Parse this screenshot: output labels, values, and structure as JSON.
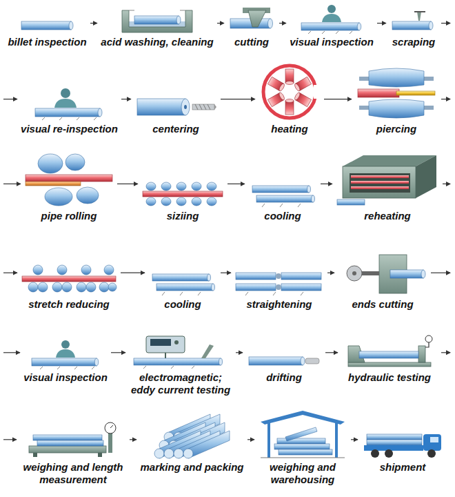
{
  "diagram": {
    "nodes": [
      {
        "text": [
          "billet inspection"
        ]
      },
      {
        "text": [
          "acid washing, cleaning"
        ]
      },
      {
        "text": [
          "cutting"
        ]
      },
      {
        "text": [
          "visual inspection"
        ]
      },
      {
        "text": [
          "scraping"
        ]
      },
      {
        "text": [
          "visual re-inspection"
        ]
      },
      {
        "text": [
          "centering"
        ]
      },
      {
        "text": [
          "heating"
        ]
      },
      {
        "text": [
          "piercing"
        ]
      },
      {
        "text": [
          "pipe rolling"
        ]
      },
      {
        "text": [
          "siziing"
        ]
      },
      {
        "text": [
          "cooling"
        ]
      },
      {
        "text": [
          "reheating"
        ]
      },
      {
        "text": [
          "stretch reducing"
        ]
      },
      {
        "text": [
          "cooling"
        ]
      },
      {
        "text": [
          "straightening"
        ]
      },
      {
        "text": [
          "ends cutting"
        ]
      },
      {
        "text": [
          "visual inspection"
        ]
      },
      {
        "text": [
          "electromagnetic; eddy current testing"
        ]
      },
      {
        "text": [
          "drifting"
        ]
      },
      {
        "text": [
          "hydraulic testing"
        ]
      },
      {
        "text": [
          "weighing and length measurement"
        ]
      },
      {
        "text": [
          "marking and packing"
        ]
      },
      {
        "text": [
          "weighing and warehousing"
        ]
      },
      {
        "text": [
          "shipment"
        ]
      }
    ],
    "edges": [
      {
        "from": 0,
        "to": 1,
        "arrow": "to"
      },
      {
        "from": 1,
        "to": 2,
        "arrow": "to"
      },
      {
        "from": 2,
        "to": 3,
        "arrow": "to"
      },
      {
        "from": 3,
        "to": 4,
        "arrow": "to"
      },
      {
        "from": 4,
        "to": 5,
        "arrow": "to"
      },
      {
        "from": 5,
        "to": 6,
        "arrow": "to"
      },
      {
        "from": 6,
        "to": 7,
        "arrow": "to"
      },
      {
        "from": 7,
        "to": 8,
        "arrow": "to"
      },
      {
        "from": 8,
        "to": 9,
        "arrow": "to"
      },
      {
        "from": 9,
        "to": 10,
        "arrow": "to"
      },
      {
        "from": 10,
        "to": 11,
        "arrow": "to"
      },
      {
        "from": 11,
        "to": 12,
        "arrow": "to"
      },
      {
        "from": 12,
        "to": 13,
        "arrow": "to"
      },
      {
        "from": 13,
        "to": 14,
        "arrow": "to"
      },
      {
        "from": 14,
        "to": 15,
        "arrow": "to"
      },
      {
        "from": 15,
        "to": 16,
        "arrow": "to"
      },
      {
        "from": 16,
        "to": 17,
        "arrow": "to"
      },
      {
        "from": 17,
        "to": 18,
        "arrow": "to"
      },
      {
        "from": 18,
        "to": 19,
        "arrow": "to"
      },
      {
        "from": 19,
        "to": 20,
        "arrow": "to"
      },
      {
        "from": 20,
        "to": 21,
        "arrow": "to"
      },
      {
        "from": 21,
        "to": 22,
        "arrow": "to"
      },
      {
        "from": 22,
        "to": 23,
        "arrow": "to"
      },
      {
        "from": 23,
        "to": 24,
        "arrow": "to"
      }
    ]
  }
}
